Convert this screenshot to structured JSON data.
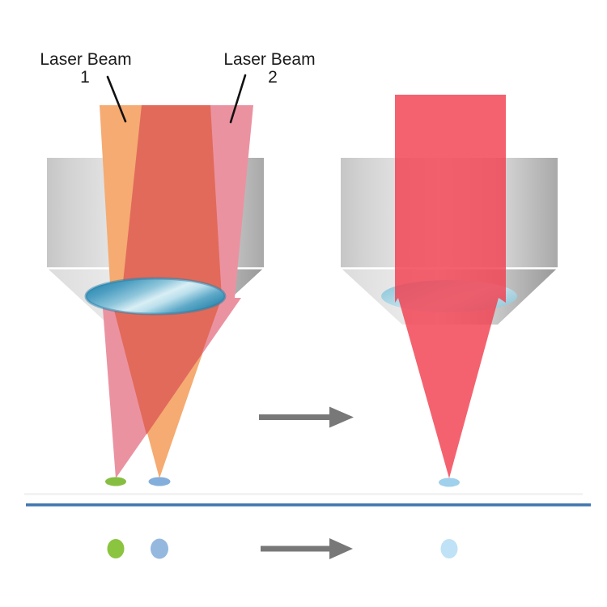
{
  "labels": {
    "beam1": {
      "line1": "Laser Beam",
      "line2": "1"
    },
    "beam2": {
      "line1": "Laser Beam",
      "line2": "2"
    }
  },
  "icons": {
    "transform_arrow": "right-arrow",
    "result_arrow": "right-arrow"
  },
  "colors": {
    "beam1_orange": "#F5AB71",
    "beam2_pink": "#EB92A1",
    "beam_overlap_red": "#E26A5A",
    "combined_beam_red": "#F1404F",
    "focal_spot_green": "#86BE42",
    "focal_spot_blue": "#84AEDB",
    "focal_spot_lightblue": "#9FD0EC",
    "dot_green": "#8BC43F",
    "dot_blue": "#95B8DF",
    "dot_lightblue": "#BFE2F6",
    "coverslip_blue": "#4077AF",
    "arrow_gray": "#787878",
    "leader_line": "#111111"
  }
}
